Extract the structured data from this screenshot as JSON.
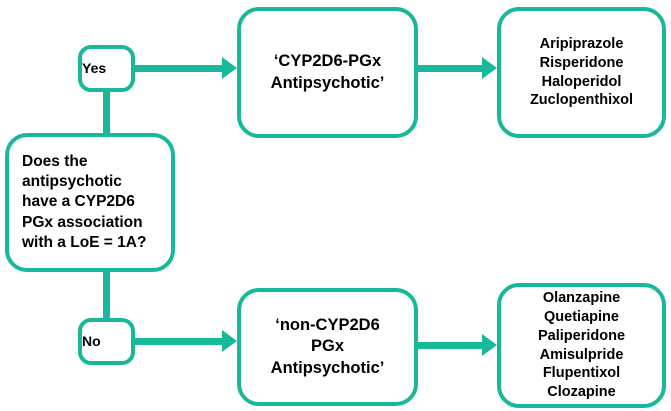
{
  "diagram": {
    "title": "CYP2D6 PGx antipsychotic classification flowchart",
    "accent_color": "#18B99A",
    "background_color": "#FFFFFF",
    "text_color": "#000000"
  },
  "nodes": {
    "decision": {
      "name": "decision-question",
      "text": "Does the antipsychotic have a CYP2D6 PGx association with a LoE = 1A?",
      "lines": [
        "Does the",
        "antipsychotic",
        "have a CYP2D6",
        "PGx association",
        "with a LoE = 1A?"
      ]
    },
    "yes_branch": {
      "name": "branch-yes",
      "label": "Yes"
    },
    "no_branch": {
      "name": "branch-no",
      "label": "No"
    },
    "category_cyp2d6": {
      "name": "category-cyp2d6-pgx-antipsychotic",
      "text": "‘CYP2D6-PGx Antipsychotic’",
      "lines": [
        "‘CYP2D6-PGx",
        "Antipsychotic’"
      ]
    },
    "category_non_cyp2d6": {
      "name": "category-non-cyp2d6-pgx-antipsychotic",
      "text": "‘non-CYP2D6 PGx Antipsychotic’",
      "lines": [
        "‘non-CYP2D6",
        "PGx",
        "Antipsychotic’"
      ]
    },
    "drugs_cyp2d6": {
      "name": "drug-list-cyp2d6",
      "items": [
        "Aripiprazole",
        "Risperidone",
        "Haloperidol",
        "Zuclopenthixol"
      ]
    },
    "drugs_non_cyp2d6": {
      "name": "drug-list-non-cyp2d6",
      "items": [
        "Olanzapine",
        "Quetiapine",
        "Paliperidone",
        "Amisulpride",
        "Flupentixol",
        "Clozapine"
      ]
    }
  },
  "edges": [
    {
      "name": "edge-decision-to-yes",
      "from": "decision",
      "to": "yes_branch",
      "label": "",
      "arrow": false
    },
    {
      "name": "edge-decision-to-no",
      "from": "decision",
      "to": "no_branch",
      "label": "",
      "arrow": false
    },
    {
      "name": "edge-yes-to-category",
      "from": "yes_branch",
      "to": "category_cyp2d6",
      "label": "",
      "arrow": true
    },
    {
      "name": "edge-no-to-category",
      "from": "no_branch",
      "to": "category_non_cyp2d6",
      "label": "",
      "arrow": true
    },
    {
      "name": "edge-category-to-drugs-top",
      "from": "category_cyp2d6",
      "to": "drugs_cyp2d6",
      "label": "",
      "arrow": true
    },
    {
      "name": "edge-category-to-drugs-bot",
      "from": "category_non_cyp2d6",
      "to": "drugs_non_cyp2d6",
      "label": "",
      "arrow": true
    }
  ]
}
